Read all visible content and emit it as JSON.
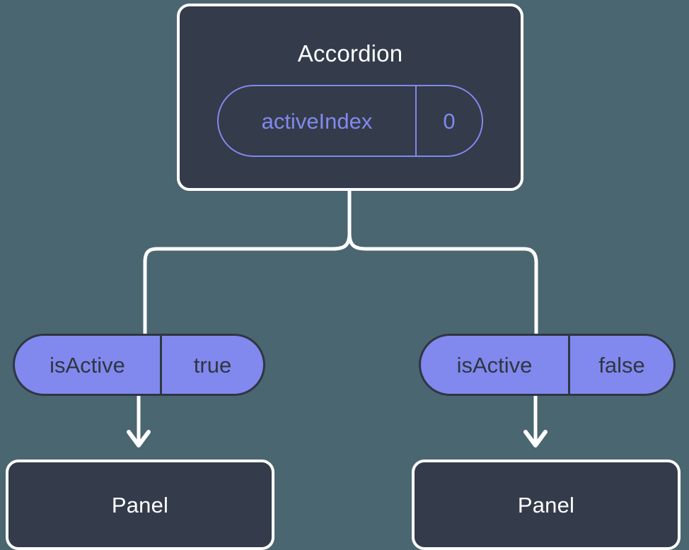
{
  "diagram": {
    "type": "component-tree",
    "background_color": "#4a6670",
    "card_color": "#343b4a",
    "accent_color": "#8189ee",
    "line_color": "#ffffff"
  },
  "root": {
    "title": "Accordion",
    "prop": {
      "key": "activeIndex",
      "value": "0"
    }
  },
  "branches": [
    {
      "prop": {
        "key": "isActive",
        "value": "true"
      },
      "child": {
        "title": "Panel"
      }
    },
    {
      "prop": {
        "key": "isActive",
        "value": "false"
      },
      "child": {
        "title": "Panel"
      }
    }
  ]
}
